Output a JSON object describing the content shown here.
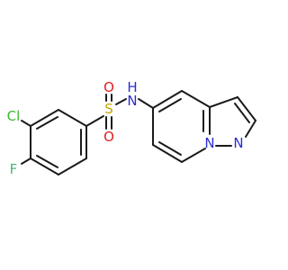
{
  "molecule": {
    "atoms": {
      "cl": {
        "label": "Cl",
        "color": "#3cb72f"
      },
      "f": {
        "label": "F",
        "color": "#43b87a"
      },
      "s": {
        "label": "S",
        "color": "#c8a400"
      },
      "o_top": {
        "label": "O",
        "color": "#e02020"
      },
      "o_bottom": {
        "label": "O",
        "color": "#e02020"
      },
      "nh": {
        "label": "N",
        "color": "#2b2bd6"
      },
      "h": {
        "label": "H",
        "color": "#2b2bd6"
      },
      "n_bridge": {
        "label": "N",
        "color": "#2b2bd6"
      },
      "n_ring": {
        "label": "N",
        "color": "#2b2bd6"
      }
    },
    "bond_color": "#1a1a1a"
  }
}
